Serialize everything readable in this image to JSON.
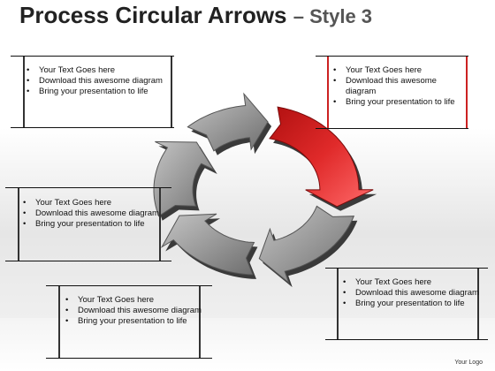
{
  "title": {
    "main": "Process Circular Arrows",
    "sub": "– Style 3"
  },
  "boxes": {
    "top_left": [
      "Your Text Goes here",
      "Download this awesome diagram",
      "Bring your presentation to life"
    ],
    "top_right": [
      "Your Text Goes here",
      "Download this awesome diagram",
      "Bring your presentation to life"
    ],
    "middle_left": [
      "Your Text Goes here",
      "Download this awesome diagram",
      "Bring your presentation to life"
    ],
    "bottom_left": [
      "Your Text Goes here",
      "Download this awesome diagram",
      "Bring your presentation to life"
    ],
    "bottom_right": [
      "Your Text Goes here",
      "Download this awesome diagram",
      "Bring your presentation to life"
    ]
  },
  "logo": "Your Logo",
  "colors": {
    "highlight_arrow": "#d81e1e",
    "gray_arrow": "#8e8e8e",
    "gray_arrow_dark": "#555555"
  }
}
